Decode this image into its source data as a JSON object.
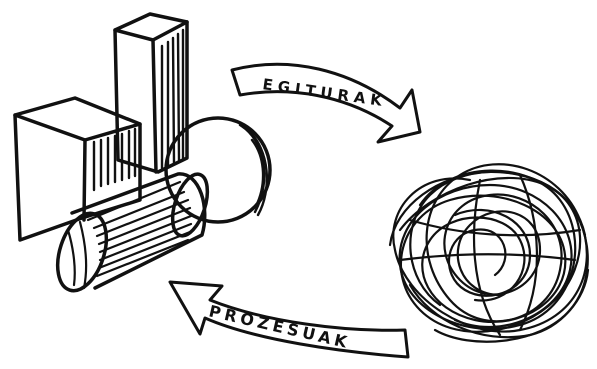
{
  "arrows": {
    "top_label": "EGITURAK",
    "bottom_label": "PROZESUAK"
  },
  "shapes": [
    "tall-prism",
    "cube",
    "sphere",
    "cylinder",
    "tangled-scribble"
  ],
  "colors": {
    "ink": "#111111",
    "paper": "#ffffff"
  }
}
